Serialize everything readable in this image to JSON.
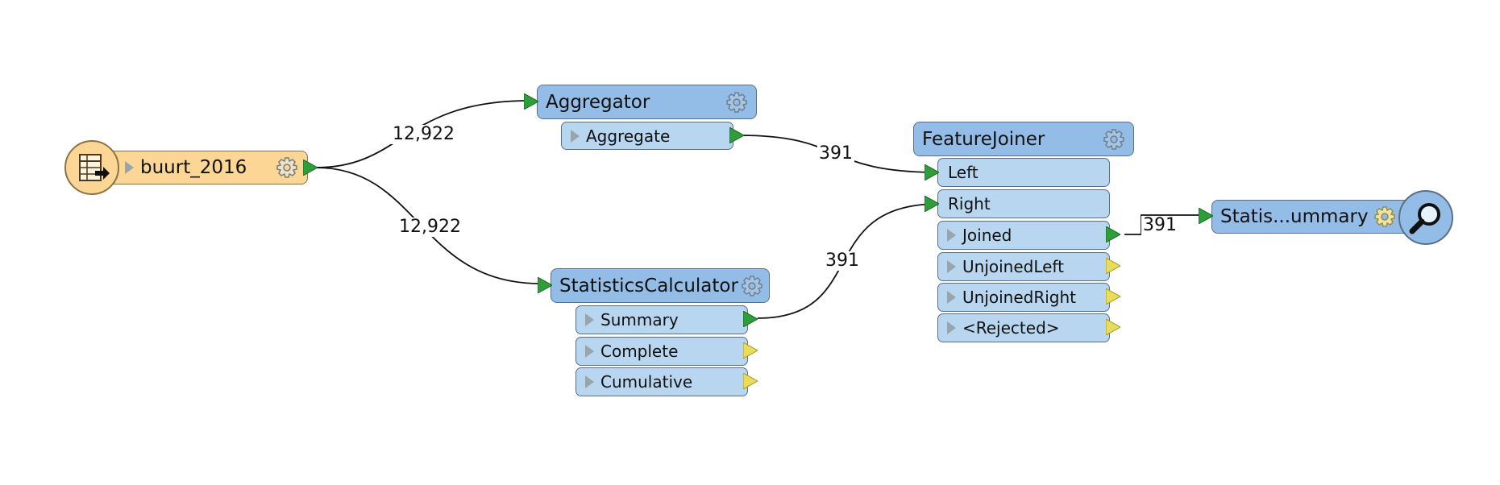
{
  "reader": {
    "name": "buurt_2016",
    "icon": "table-reader-icon"
  },
  "aggregator": {
    "title": "Aggregator",
    "ports": [
      "Aggregate"
    ]
  },
  "statistics_calculator": {
    "title": "StatisticsCalculator",
    "ports": [
      "Summary",
      "Complete",
      "Cumulative"
    ]
  },
  "feature_joiner": {
    "title": "FeatureJoiner",
    "inputs": [
      "Left",
      "Right"
    ],
    "outputs": [
      "Joined",
      "UnjoinedLeft",
      "UnjoinedRight",
      "<Rejected>"
    ]
  },
  "inspector": {
    "title": "Statis...ummary",
    "icon": "magnifier-icon"
  },
  "counts": {
    "reader_to_aggregator": "12,922",
    "reader_to_statistics": "12,922",
    "aggregate_to_left": "391",
    "summary_to_right": "391",
    "joined_to_inspector": "391"
  },
  "colors": {
    "transformer": "#93bde6",
    "port": "#b8d6ef",
    "reader": "#fcd695",
    "connected_arrow": "#2e9e3a",
    "unconnected_arrow": "#e8dc5c"
  }
}
